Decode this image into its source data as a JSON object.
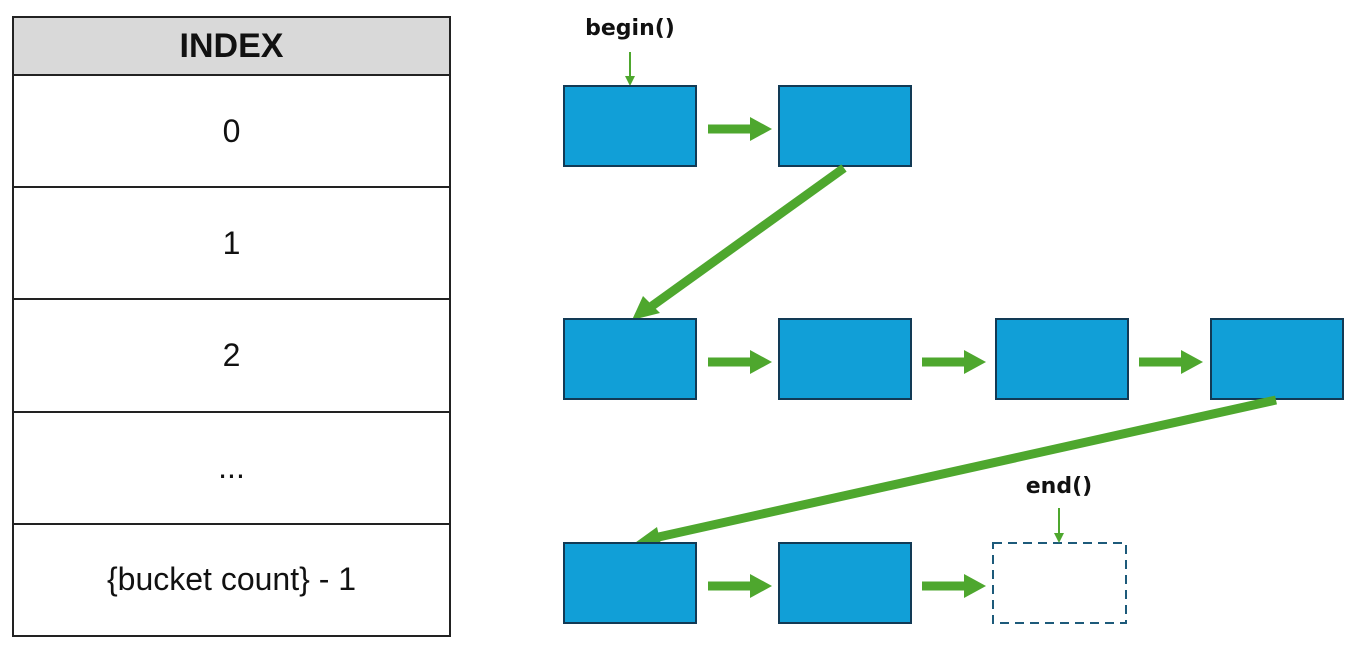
{
  "index_table": {
    "header": "INDEX",
    "rows": [
      "0",
      "1",
      "2",
      "...",
      "{bucket count} - 1"
    ]
  },
  "pointers": {
    "begin_label": "begin()",
    "end_label": "end()"
  },
  "buckets": [
    {
      "row": 0,
      "node_count": 2
    },
    {
      "row": 1,
      "node_count": 4
    },
    {
      "row": 2,
      "node_count": 2,
      "end_placeholder": true
    }
  ],
  "colors": {
    "node_fill": "#119fd7",
    "node_border": "#123a55",
    "arrow": "#4ea72e",
    "header_bg": "#d9d9d9",
    "end_placeholder_border": "#1d5a7a"
  }
}
